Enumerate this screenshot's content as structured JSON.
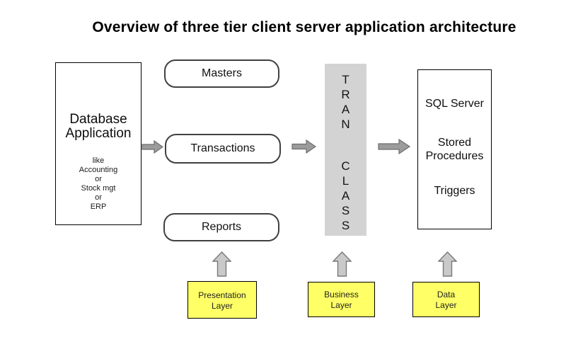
{
  "title": "Overview of three tier client server application architecture",
  "colors": {
    "horizontal_arrow_fill": "#9c9c9c",
    "horizontal_arrow_border": "#6e6e6e",
    "up_arrow_fill": "#c9c9c9",
    "up_arrow_border": "#7a7a7a",
    "middle_column_bg": "#d3d3d3",
    "layer_box_bg": "#ffff66",
    "box_border": "#000000"
  },
  "database_box": {
    "name_line1": "Database",
    "name_line2": "Application",
    "examples": [
      "like",
      "Accounting",
      "or",
      "Stock mgt",
      "or",
      "ERP"
    ]
  },
  "flow_boxes": [
    {
      "label": "Masters"
    },
    {
      "label": "Transactions"
    },
    {
      "label": "Reports"
    }
  ],
  "middle_column": {
    "word1_letters": [
      "T",
      "R",
      "A",
      "N"
    ],
    "word2_letters": [
      "C",
      "L",
      "A",
      "S",
      "S"
    ]
  },
  "server_box": {
    "items": [
      "SQL Server",
      "Stored Procedures",
      "Triggers"
    ]
  },
  "layers": [
    {
      "line1": "Presentation",
      "line2": "Layer"
    },
    {
      "line1": "Business",
      "line2": "Layer"
    },
    {
      "line1": "Data",
      "line2": "Layer"
    }
  ]
}
